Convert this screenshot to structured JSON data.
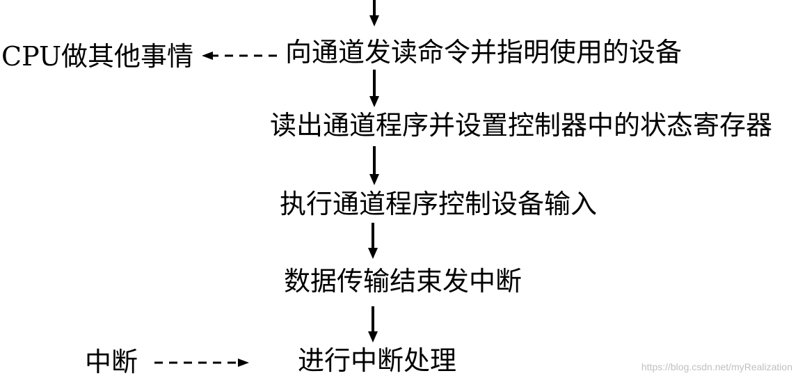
{
  "steps": [
    "向通道发读命令并指明使用的设备",
    "读出通道程序并设置控制器中的状态寄存器",
    "执行通道程序控制设备输入",
    "数据传输结束发中断",
    "进行中断处理"
  ],
  "side_notes": {
    "cpu": "CPU做其他事情",
    "interrupt": "中断"
  },
  "watermark": "https://blog.csdn.net/myRealization",
  "colors": {
    "line": "#000000",
    "watermark": "#bfbfbf"
  }
}
